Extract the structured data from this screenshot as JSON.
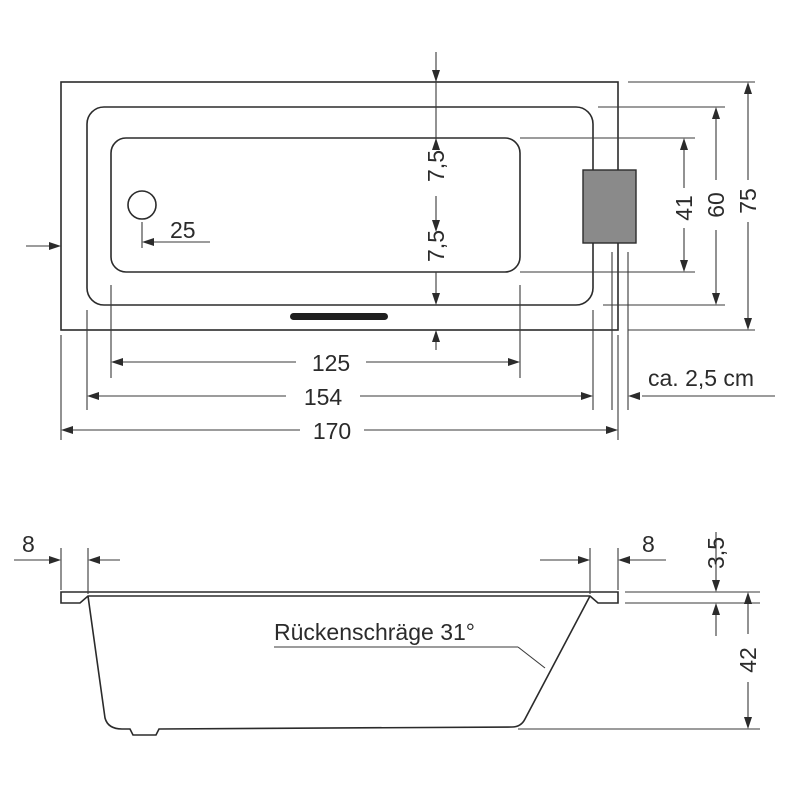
{
  "colors": {
    "line": "#2b2b2b",
    "panel": "#8a8a8a",
    "slot": "#1f1f1f",
    "background": "#ffffff"
  },
  "top_view": {
    "inner_width_bottom": "125",
    "inner_width": "154",
    "total_width": "170",
    "drain_diameter": "25",
    "depth_upper": "7,5",
    "depth_lower": "7,5",
    "inner_height_bottom": "41",
    "inner_height": "60",
    "total_height": "75",
    "rim_width": "ca. 2,5 cm"
  },
  "side_view": {
    "left_edge": "8",
    "right_edge": "8",
    "rim_thickness": "3,5",
    "depth": "42",
    "back_slope": "Rückenschräge 31°"
  }
}
